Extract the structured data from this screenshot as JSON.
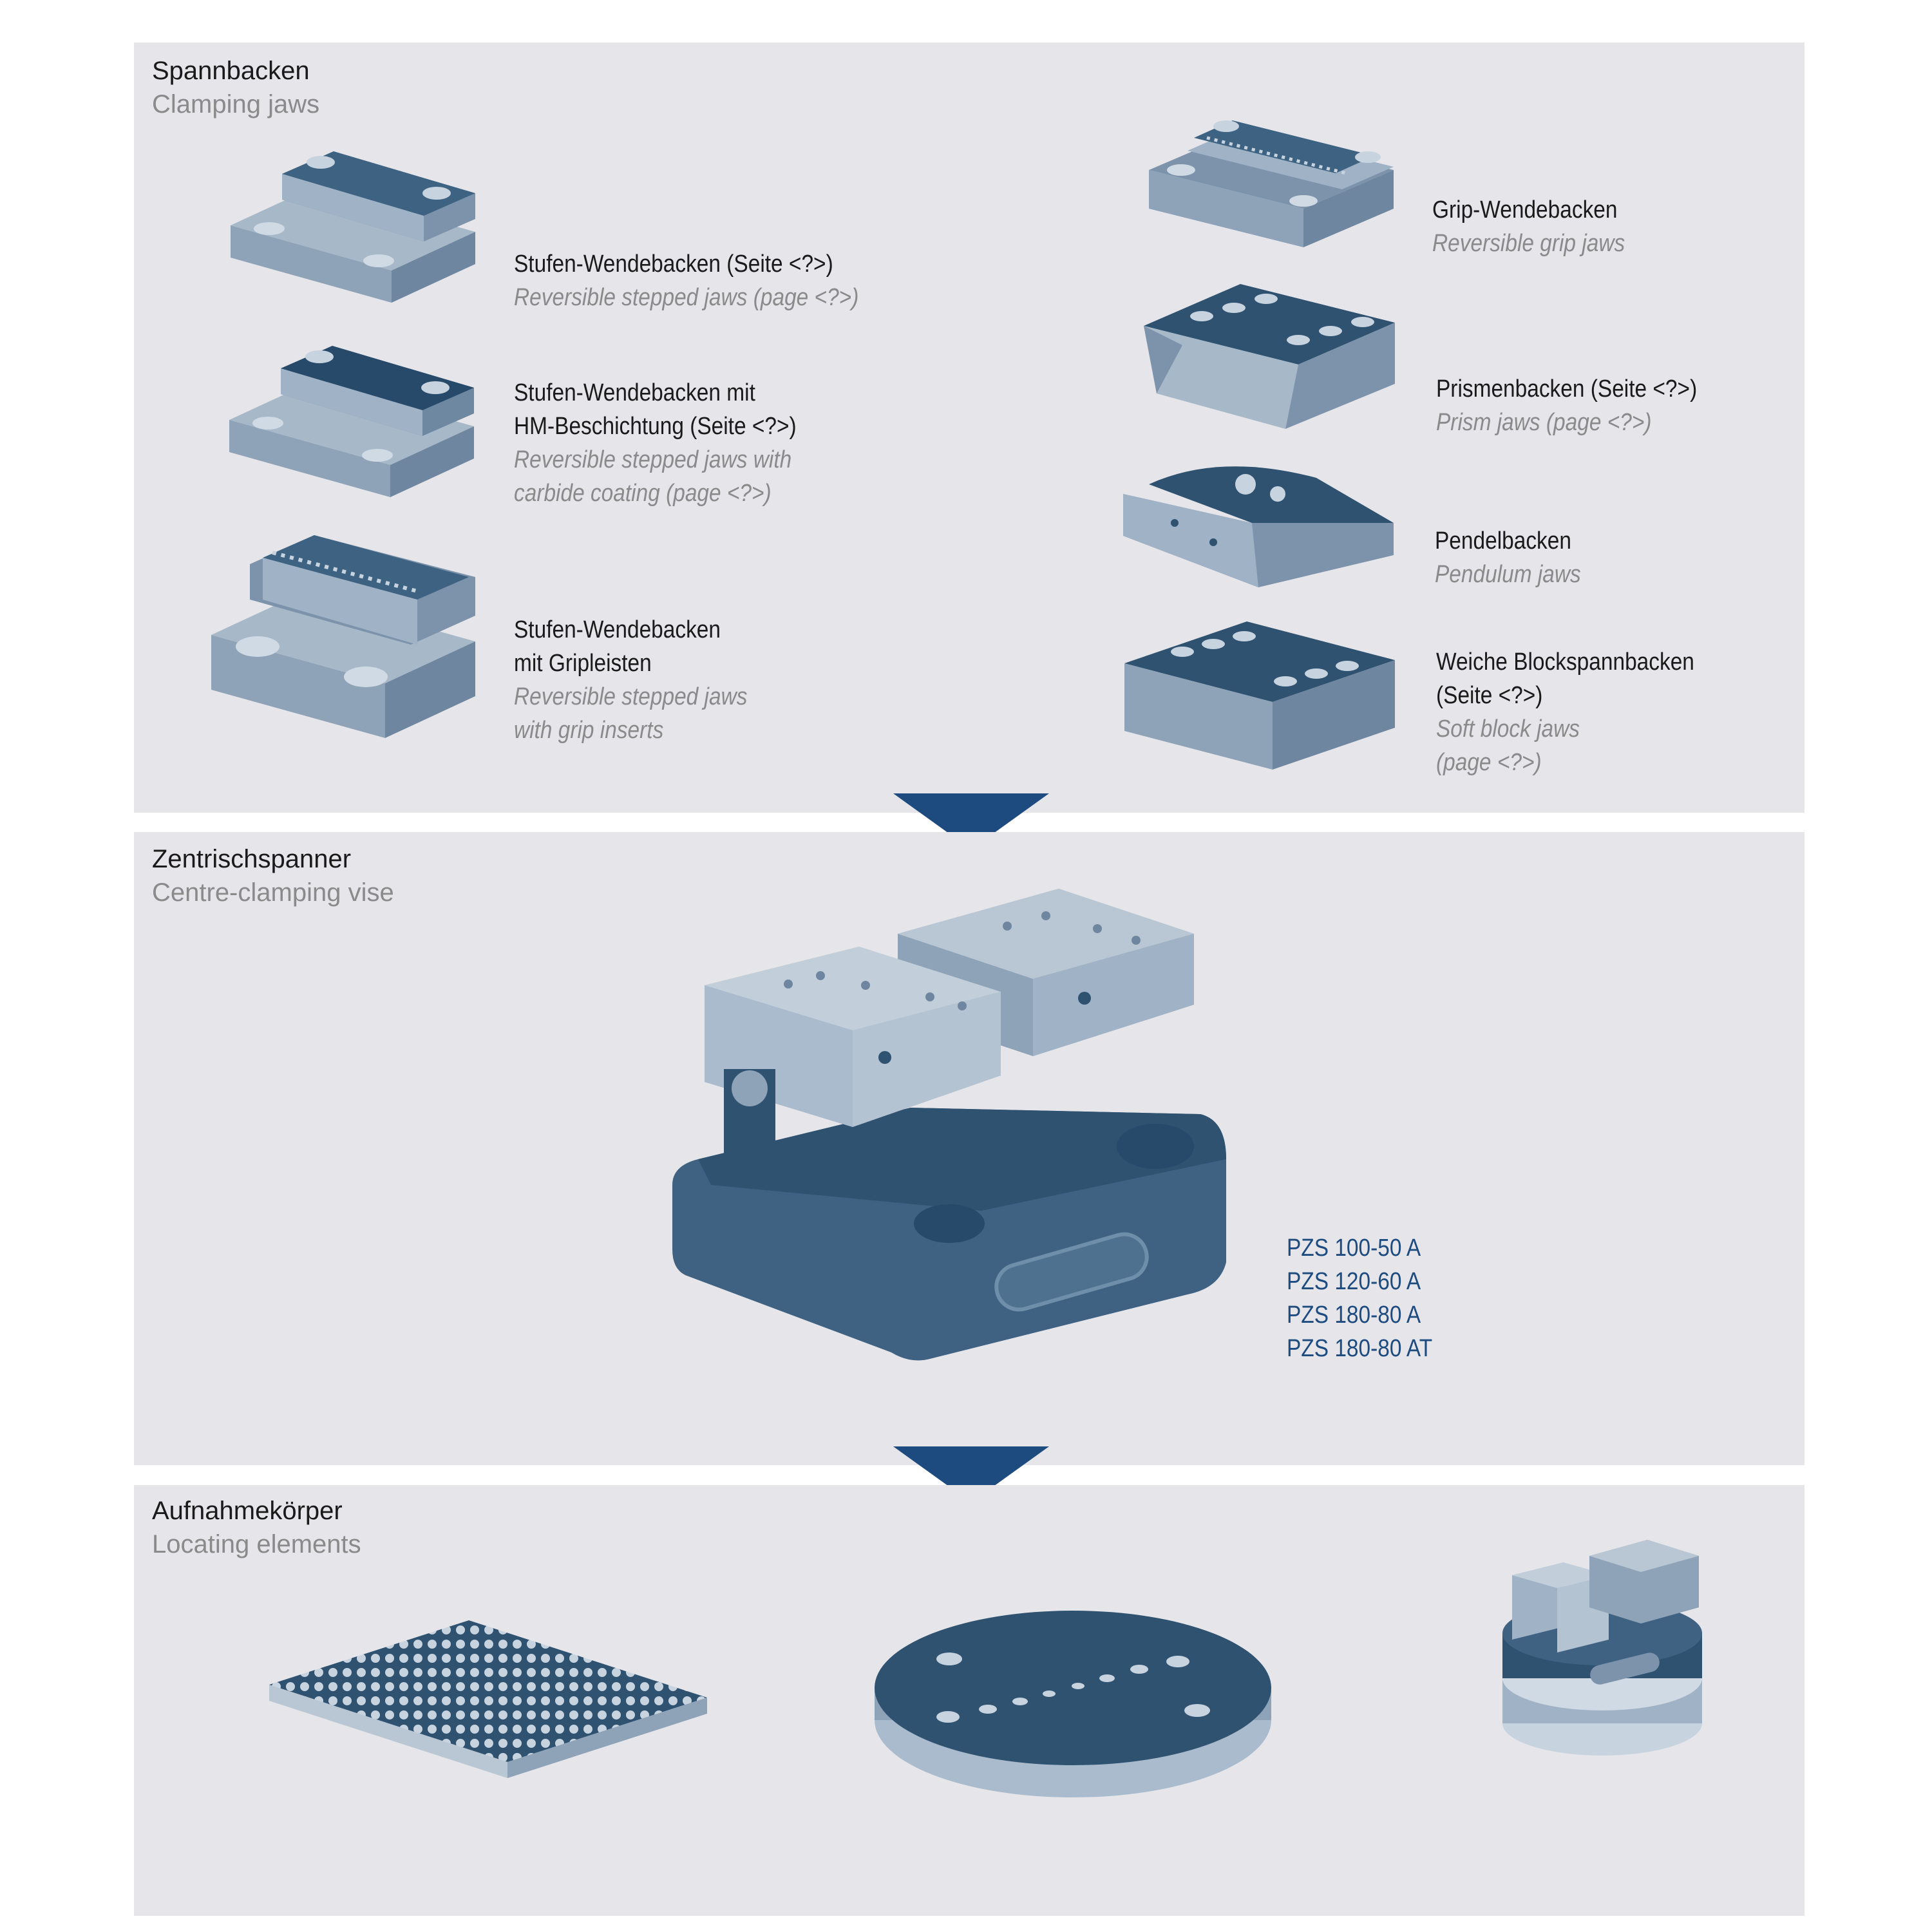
{
  "sections": {
    "jaws": {
      "title": "Spannbacken",
      "subtitle": "Clamping jaws",
      "items": [
        {
          "de": "Stufen-Wendebacken (Seite <?>)",
          "en": "Reversible stepped jaws (page <?>)"
        },
        {
          "de": "Stufen-Wendebacken mit",
          "de2": "HM-Beschichtung (Seite <?>)",
          "en": "Reversible stepped jaws with",
          "en2": "carbide coating (page <?>)"
        },
        {
          "de": "Stufen-Wendebacken",
          "de2": "mit Gripleisten",
          "en": "Reversible stepped jaws",
          "en2": "with grip inserts"
        },
        {
          "de": "Grip-Wendebacken",
          "en": "Reversible grip jaws"
        },
        {
          "de": "Prismenbacken (Seite <?>)",
          "en": "Prism jaws (page <?>)"
        },
        {
          "de": "Pendelbacken",
          "en": "Pendulum jaws"
        },
        {
          "de": "Weiche Blockspannbacken",
          "de2": "(Seite <?>)",
          "en": "Soft block jaws",
          "en2": "(page <?>)"
        }
      ]
    },
    "vise": {
      "title": "Zentrischspanner",
      "subtitle": "Centre-clamping vise",
      "models": [
        "PZS 100-50 A",
        "PZS 120-60 A",
        "PZS 180-80 A",
        "PZS 180-80 AT"
      ]
    },
    "locating": {
      "title": "Aufnahmekörper",
      "subtitle": "Locating elements"
    }
  },
  "colors": {
    "panel": "#e6e6ea",
    "arrow": "#1d4b7f",
    "steel_light": "#b9c6d3",
    "steel_mid": "#8ea3b8",
    "steel_dark": "#2f5271",
    "model_text": "#1d4b7f"
  }
}
